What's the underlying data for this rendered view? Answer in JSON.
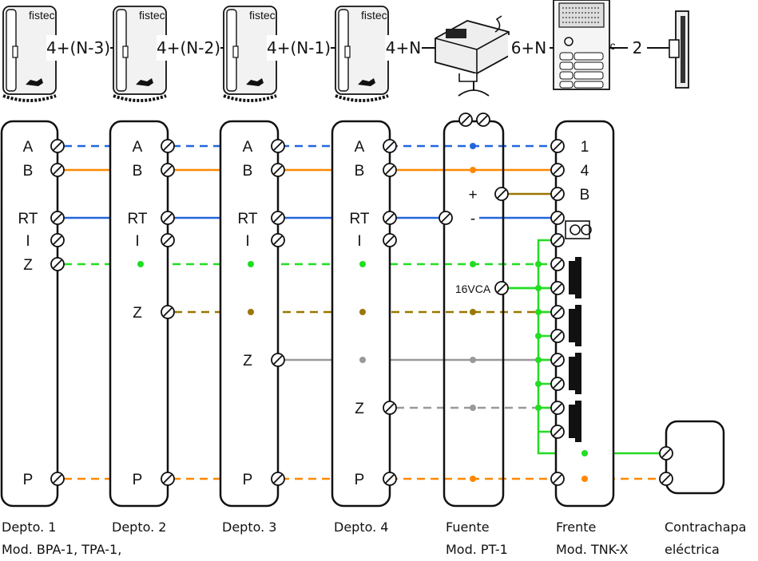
{
  "colors": {
    "A": "#2266dd",
    "B": "#ff8800",
    "RT": "#2266dd",
    "Z1": "#22dd22",
    "Z2": "#997700",
    "Z3": "#999999",
    "Z4": "#999999",
    "P": "#ff8800",
    "power": "#22dd22",
    "PB": "#997700"
  },
  "brand": "fistec",
  "cables": [
    "4+(N-3)",
    "4+(N-2)",
    "4+(N-1)",
    "4+N",
    "6+N",
    "2"
  ],
  "units": [
    {
      "terminals": [
        "A",
        "B",
        "RT",
        "I",
        "Z",
        "P"
      ],
      "caption1": "Depto. 1",
      "caption2": "Mod.  BPA-1, TPA-1,"
    },
    {
      "terminals": [
        "A",
        "B",
        "RT",
        "I",
        "Z",
        "P"
      ],
      "caption1": "Depto. 2",
      "caption2": ""
    },
    {
      "terminals": [
        "A",
        "B",
        "RT",
        "I",
        "Z",
        "P"
      ],
      "caption1": "Depto. 3",
      "caption2": ""
    },
    {
      "terminals": [
        "A",
        "B",
        "RT",
        "I",
        "Z",
        "P"
      ],
      "caption1": "Depto. 4",
      "caption2": ""
    }
  ],
  "fuente": {
    "plus": "+",
    "minus": "-",
    "vca": "16VCA",
    "caption1": "Fuente",
    "caption2": "Mod. PT-1"
  },
  "frente": {
    "t1": "1",
    "t4": "4",
    "tB": "B",
    "caption1": "Frente",
    "caption2": "Mod. TNK-X"
  },
  "contrachapa": {
    "caption1": "Contrachapa",
    "caption2": "eléctrica"
  }
}
